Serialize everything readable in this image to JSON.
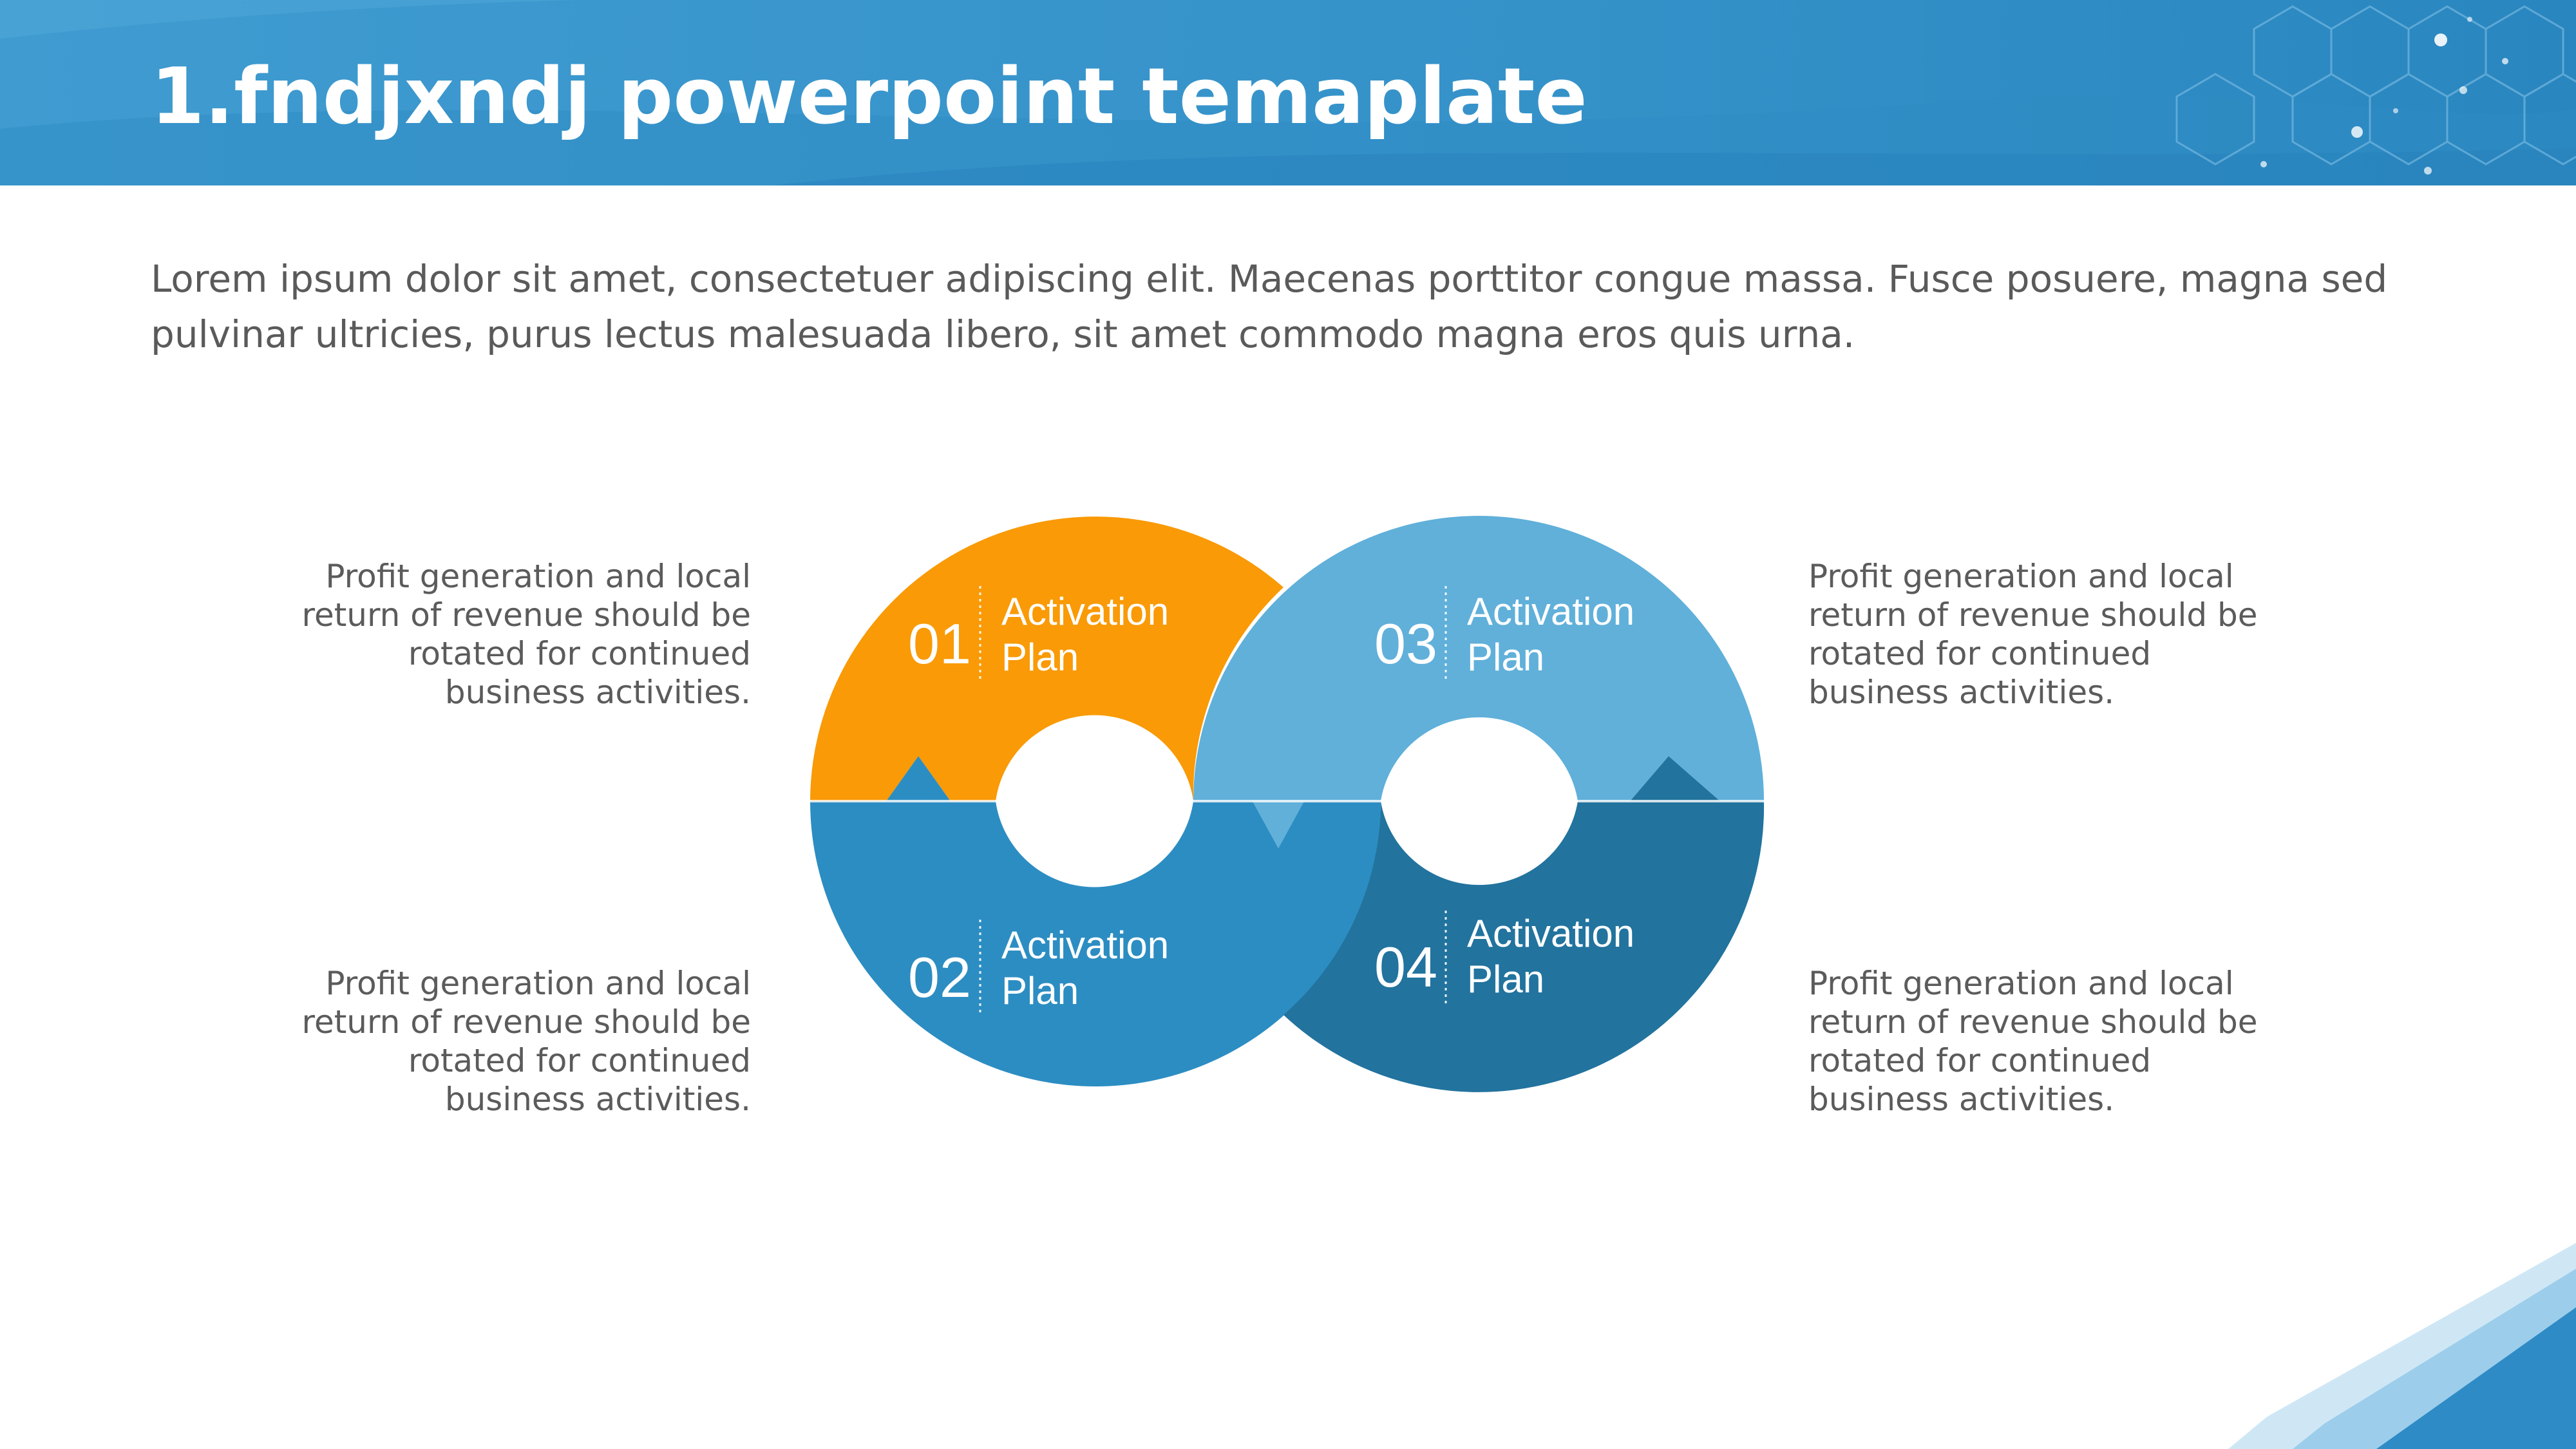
{
  "header": {
    "title": "1.fndjxndj powerpoint temaplate"
  },
  "intro": "Lorem ipsum dolor sit amet, consectetuer adipiscing elit. Maecenas porttitor congue massa. Fusce posuere, magna sed pulvinar ultricies, purus lectus malesuada libero, sit amet commodo magna eros quis urna.",
  "segments": [
    {
      "number": "01",
      "line1": "Activation",
      "line2": "Plan",
      "color": "#F99A06"
    },
    {
      "number": "02",
      "line1": "Activation",
      "line2": "Plan",
      "color": "#2C8DC2"
    },
    {
      "number": "03",
      "line1": "Activation",
      "line2": "Plan",
      "color": "#60B0DA"
    },
    {
      "number": "04",
      "line1": "Activation",
      "line2": "Plan",
      "color": "#22739E"
    }
  ],
  "descriptions": {
    "top_left": "Profit generation and local return of revenue should be rotated for continued business activities.",
    "bottom_left": "Profit generation and local return of revenue should be rotated for continued business activities.",
    "top_right": "Profit generation and local return of revenue should be rotated for continued business activities.",
    "bottom_right": "Profit generation and local return of revenue should be rotated for continued business activities."
  },
  "colors": {
    "header": "#3592C9",
    "text": "#5A5A5A",
    "background": "#FFFFFF"
  },
  "icons": [
    "hexagon-pattern",
    "corner-stripes"
  ]
}
